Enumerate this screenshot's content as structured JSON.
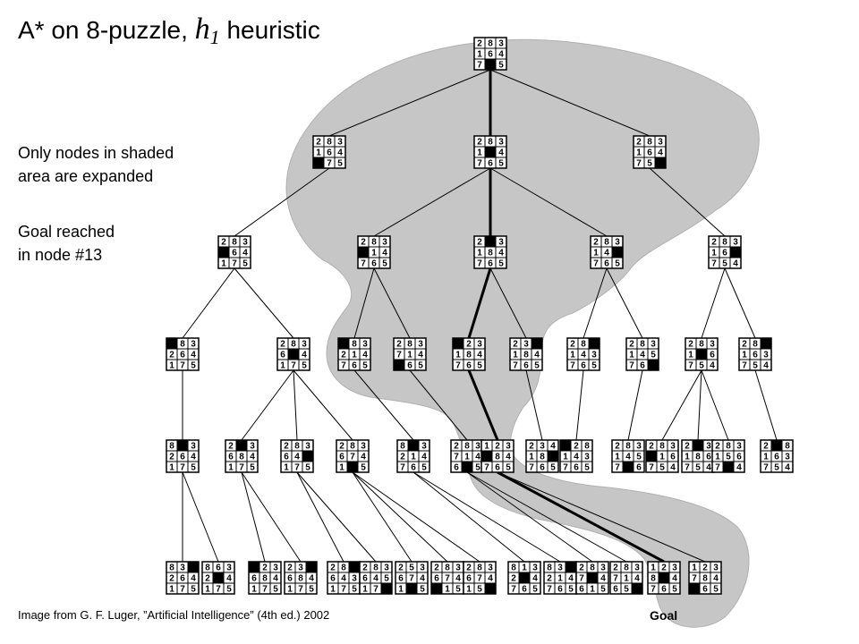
{
  "title": {
    "prefix": "A* on 8-puzzle, ",
    "h": "h",
    "sub": "1",
    "suffix": " heuristic"
  },
  "notes": {
    "line1": "Only nodes in shaded",
    "line2": "area are expanded",
    "line3": "Goal reached",
    "line4": "in node #13"
  },
  "credit": "Image from G. F. Luger, ”Artificial Intelligence” (4th ed.) 2002",
  "goal_label": "Goal",
  "nodes": [
    {
      "id": "n0",
      "grid": [
        "2",
        "8",
        "3",
        "1",
        "6",
        "4",
        "7",
        "",
        "5"
      ]
    },
    {
      "id": "n1",
      "grid": [
        "2",
        "8",
        "3",
        "1",
        "6",
        "4",
        "",
        "7",
        "5"
      ]
    },
    {
      "id": "n2",
      "grid": [
        "2",
        "8",
        "3",
        "1",
        "",
        "4",
        "7",
        "6",
        "5"
      ]
    },
    {
      "id": "n3",
      "grid": [
        "2",
        "8",
        "3",
        "1",
        "6",
        "4",
        "7",
        "5",
        ""
      ]
    },
    {
      "id": "n4",
      "grid": [
        "2",
        "8",
        "3",
        "",
        "6",
        "4",
        "1",
        "7",
        "5"
      ]
    },
    {
      "id": "n5",
      "grid": [
        "2",
        "8",
        "3",
        "",
        "1",
        "4",
        "7",
        "6",
        "5"
      ]
    },
    {
      "id": "n6",
      "grid": [
        "2",
        "",
        "3",
        "1",
        "8",
        "4",
        "7",
        "6",
        "5"
      ]
    },
    {
      "id": "n7",
      "grid": [
        "2",
        "8",
        "3",
        "1",
        "4",
        "",
        "7",
        "6",
        "5"
      ]
    },
    {
      "id": "n8",
      "grid": [
        "2",
        "8",
        "3",
        "1",
        "6",
        "",
        "7",
        "5",
        "4"
      ]
    },
    {
      "id": "n9",
      "grid": [
        "",
        "8",
        "3",
        "2",
        "6",
        "4",
        "1",
        "7",
        "5"
      ]
    },
    {
      "id": "n10",
      "grid": [
        "2",
        "8",
        "3",
        "6",
        "",
        "4",
        "1",
        "7",
        "5"
      ]
    },
    {
      "id": "n11",
      "grid": [
        "",
        "8",
        "3",
        "2",
        "1",
        "4",
        "7",
        "6",
        "5"
      ]
    },
    {
      "id": "n12",
      "grid": [
        "2",
        "8",
        "3",
        "7",
        "1",
        "4",
        "",
        "6",
        "5"
      ]
    },
    {
      "id": "n13",
      "grid": [
        "",
        "2",
        "3",
        "1",
        "8",
        "4",
        "7",
        "6",
        "5"
      ]
    },
    {
      "id": "n14",
      "grid": [
        "2",
        "3",
        "",
        "1",
        "8",
        "4",
        "7",
        "6",
        "5"
      ]
    },
    {
      "id": "n15",
      "grid": [
        "2",
        "8",
        "",
        "1",
        "4",
        "3",
        "7",
        "6",
        "5"
      ]
    },
    {
      "id": "n16",
      "grid": [
        "2",
        "8",
        "3",
        "1",
        "4",
        "5",
        "7",
        "6",
        ""
      ]
    },
    {
      "id": "n17",
      "grid": [
        "2",
        "8",
        "3",
        "1",
        "",
        "6",
        "7",
        "5",
        "4"
      ]
    },
    {
      "id": "n18",
      "grid": [
        "2",
        "8",
        "",
        "1",
        "6",
        "3",
        "7",
        "5",
        "4"
      ]
    },
    {
      "id": "n19",
      "grid": [
        "8",
        "",
        "3",
        "2",
        "6",
        "4",
        "1",
        "7",
        "5"
      ]
    },
    {
      "id": "n20",
      "grid": [
        "2",
        "",
        "3",
        "6",
        "8",
        "4",
        "1",
        "7",
        "5"
      ]
    },
    {
      "id": "n21",
      "grid": [
        "2",
        "8",
        "3",
        "6",
        "4",
        "",
        "1",
        "7",
        "5"
      ]
    },
    {
      "id": "n22",
      "grid": [
        "2",
        "8",
        "3",
        "6",
        "7",
        "4",
        "1",
        "",
        "5"
      ]
    },
    {
      "id": "n23",
      "grid": [
        "8",
        "",
        "3",
        "2",
        "1",
        "4",
        "7",
        "6",
        "5"
      ]
    },
    {
      "id": "n24",
      "grid": [
        "2",
        "8",
        "3",
        "7",
        "1",
        "4",
        "6",
        "",
        "5"
      ]
    },
    {
      "id": "n25",
      "grid": [
        "1",
        "2",
        "3",
        "",
        "8",
        "4",
        "7",
        "6",
        "5"
      ]
    },
    {
      "id": "n26",
      "grid": [
        "2",
        "3",
        "4",
        "1",
        "8",
        "",
        "7",
        "6",
        "5"
      ]
    },
    {
      "id": "n27",
      "grid": [
        "",
        "2",
        "8",
        "1",
        "4",
        "3",
        "7",
        "6",
        "5"
      ]
    },
    {
      "id": "n28",
      "grid": [
        "2",
        "8",
        "3",
        "1",
        "4",
        "5",
        "7",
        "",
        "6"
      ]
    },
    {
      "id": "n29",
      "grid": [
        "2",
        "8",
        "3",
        "",
        "1",
        "6",
        "7",
        "5",
        "4"
      ]
    },
    {
      "id": "n30",
      "grid": [
        "2",
        "",
        "3",
        "1",
        "8",
        "6",
        "7",
        "5",
        "4"
      ]
    },
    {
      "id": "n31",
      "grid": [
        "2",
        "8",
        "3",
        "1",
        "5",
        "6",
        "7",
        "",
        "4"
      ]
    },
    {
      "id": "n32",
      "grid": [
        "2",
        "",
        "8",
        "1",
        "6",
        "3",
        "7",
        "5",
        "4"
      ]
    },
    {
      "id": "b0",
      "grid": [
        "8",
        "3",
        "",
        "2",
        "6",
        "4",
        "1",
        "7",
        "5"
      ]
    },
    {
      "id": "b1",
      "grid": [
        "8",
        "6",
        "3",
        "2",
        "",
        "4",
        "1",
        "7",
        "5"
      ]
    },
    {
      "id": "b2",
      "grid": [
        "",
        "2",
        "3",
        "6",
        "8",
        "4",
        "1",
        "7",
        "5"
      ]
    },
    {
      "id": "b3",
      "grid": [
        "2",
        "3",
        "",
        "6",
        "8",
        "4",
        "1",
        "7",
        "5"
      ]
    },
    {
      "id": "b4",
      "grid": [
        "2",
        "8",
        "",
        "6",
        "4",
        "3",
        "1",
        "7",
        "5"
      ]
    },
    {
      "id": "b5",
      "grid": [
        "2",
        "8",
        "3",
        "6",
        "4",
        "5",
        "1",
        "7",
        ""
      ]
    },
    {
      "id": "b6",
      "grid": [
        "2",
        "5",
        "3",
        "6",
        "7",
        "4",
        "1",
        "",
        "5"
      ]
    },
    {
      "id": "b7",
      "grid": [
        "2",
        "8",
        "3",
        "6",
        "7",
        "4",
        "",
        "1",
        "5"
      ]
    },
    {
      "id": "b8",
      "grid": [
        "2",
        "8",
        "3",
        "6",
        "7",
        "4",
        "1",
        "5",
        ""
      ]
    },
    {
      "id": "b9",
      "grid": [
        "8",
        "1",
        "3",
        "2",
        "",
        "4",
        "7",
        "6",
        "5"
      ]
    },
    {
      "id": "b10",
      "grid": [
        "8",
        "3",
        "",
        "2",
        "1",
        "4",
        "7",
        "6",
        "5"
      ]
    },
    {
      "id": "b11",
      "grid": [
        "2",
        "8",
        "3",
        "7",
        "",
        "4",
        "6",
        "1",
        "5"
      ]
    },
    {
      "id": "b12",
      "grid": [
        "2",
        "8",
        "3",
        "7",
        "1",
        "4",
        "6",
        "5",
        ""
      ]
    },
    {
      "id": "b13",
      "grid": [
        "1",
        "2",
        "3",
        "8",
        "",
        "4",
        "7",
        "6",
        "5"
      ]
    },
    {
      "id": "b14",
      "grid": [
        "1",
        "2",
        "3",
        "7",
        "8",
        "4",
        "",
        "6",
        "5"
      ]
    }
  ]
}
